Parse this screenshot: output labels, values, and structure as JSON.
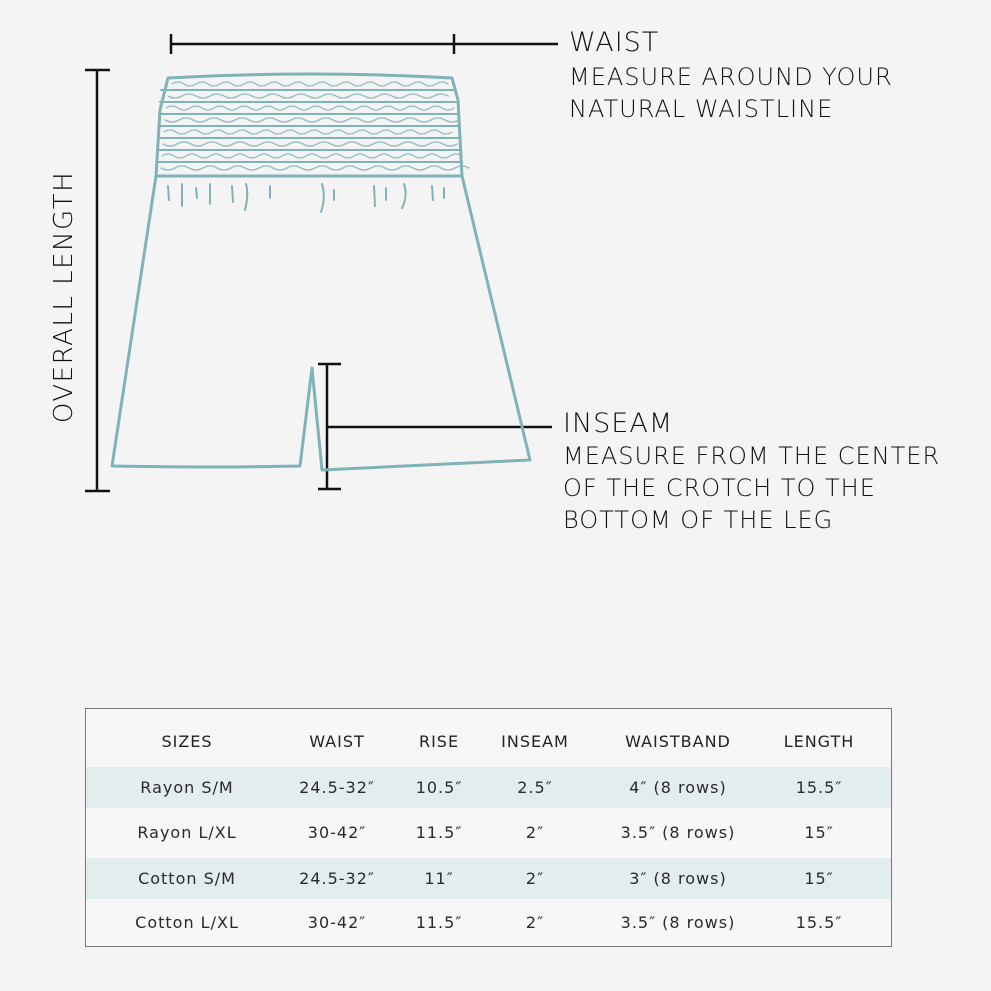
{
  "annotations": {
    "waist_title": "WAIST",
    "waist_desc": [
      "MEASURE AROUND YOUR",
      "NATURAL WAISTLINE"
    ],
    "inseam_title": "INSEAM",
    "inseam_desc": [
      "MEASURE FROM THE CENTER",
      "OF THE CROTCH TO THE",
      "BOTTOM OF THE LEG"
    ],
    "overall_length": "OVERALL LENGTH"
  },
  "colors": {
    "garment_outline": "#7fb3b8",
    "row_shade": "#e3edee",
    "background": "#f4f4f4"
  },
  "size_table": {
    "headers": [
      "SIZES",
      "WAIST",
      "RISE",
      "INSEAM",
      "WAISTBAND",
      "LENGTH"
    ],
    "rows": [
      [
        "Rayon S/M",
        "24.5-32″",
        "10.5″",
        "2.5″",
        "4″ (8 rows)",
        "15.5″"
      ],
      [
        "Rayon L/XL",
        "30-42″",
        "11.5″",
        "2″",
        "3.5″ (8 rows)",
        "15″"
      ],
      [
        "Cotton S/M",
        "24.5-32″",
        "11″",
        "2″",
        "3″ (8 rows)",
        "15″"
      ],
      [
        "Cotton L/XL",
        "30-42″",
        "11.5″",
        "2″",
        "3.5″ (8 rows)",
        "15.5″"
      ]
    ]
  }
}
